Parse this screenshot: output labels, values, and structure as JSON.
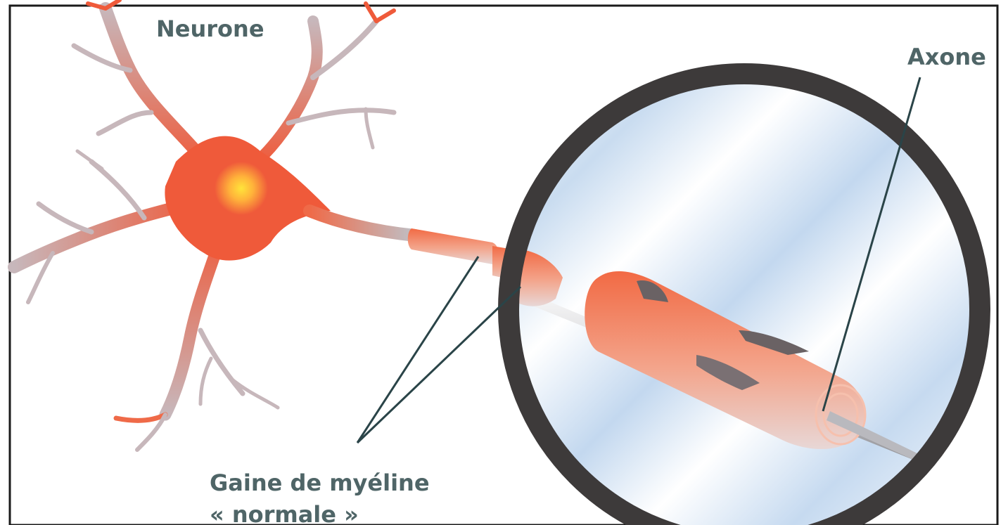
{
  "labels": {
    "neuron": "Neurone",
    "axon": "Axone",
    "myelin_line1": "Gaine de myéline",
    "myelin_line2": "« normale »"
  },
  "colors": {
    "frame": "#1a1a1a",
    "neuron_body": "#ef5a3a",
    "neuron_core": "#ffe43a",
    "dendrite_tip": "#b9b3b6",
    "myelin": "#f07a58",
    "myelin_shadow": "#d8c4c2",
    "axon_core": "#d2d2d4",
    "lens_ring": "#3d3a3a",
    "lens_fill": "#cfe0f2",
    "leader_line": "#2a4448",
    "label_text": "#4f6567"
  },
  "icons": {
    "magnifier": "magnifier-lens-icon",
    "neuron": "neuron-cell-icon"
  }
}
